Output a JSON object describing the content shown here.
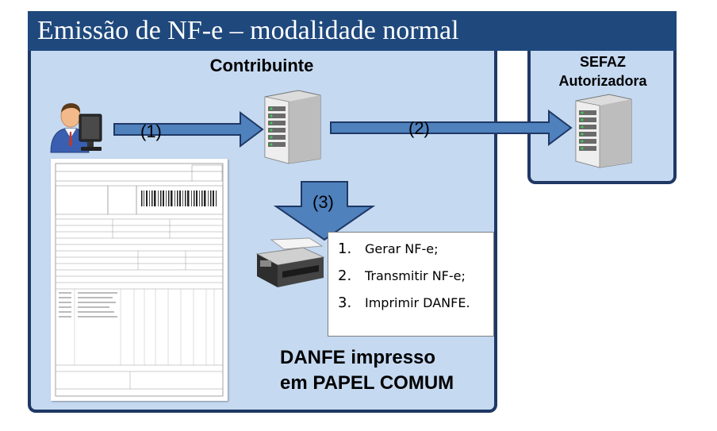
{
  "title": "Emissão de NF-e – modalidade normal",
  "contribuinte_label": "Contribuinte",
  "sefaz_label": [
    "SEFAZ",
    "Autorizadora"
  ],
  "arrows": {
    "step1": "(1)",
    "step2": "(2)",
    "step3": "(3)"
  },
  "steps": [
    {
      "num": "1.",
      "text": "Gerar NF-e;"
    },
    {
      "num": "2.",
      "text": "Transmitir NF-e;"
    },
    {
      "num": "3.",
      "text": "Imprimir DANFE."
    }
  ],
  "danfe_caption": [
    "DANFE impresso",
    "em PAPEL COMUM"
  ],
  "icons": [
    "user-computer-icon",
    "server-icon",
    "sefaz-server-icon",
    "printer-icon",
    "danfe-document-image"
  ],
  "colors": {
    "title_bg": "#1f497d",
    "box_bg": "#c5d9f1",
    "box_border": "#1f3864",
    "arrow_fill": "#4f81bd",
    "arrow_stroke": "#1f3864"
  }
}
